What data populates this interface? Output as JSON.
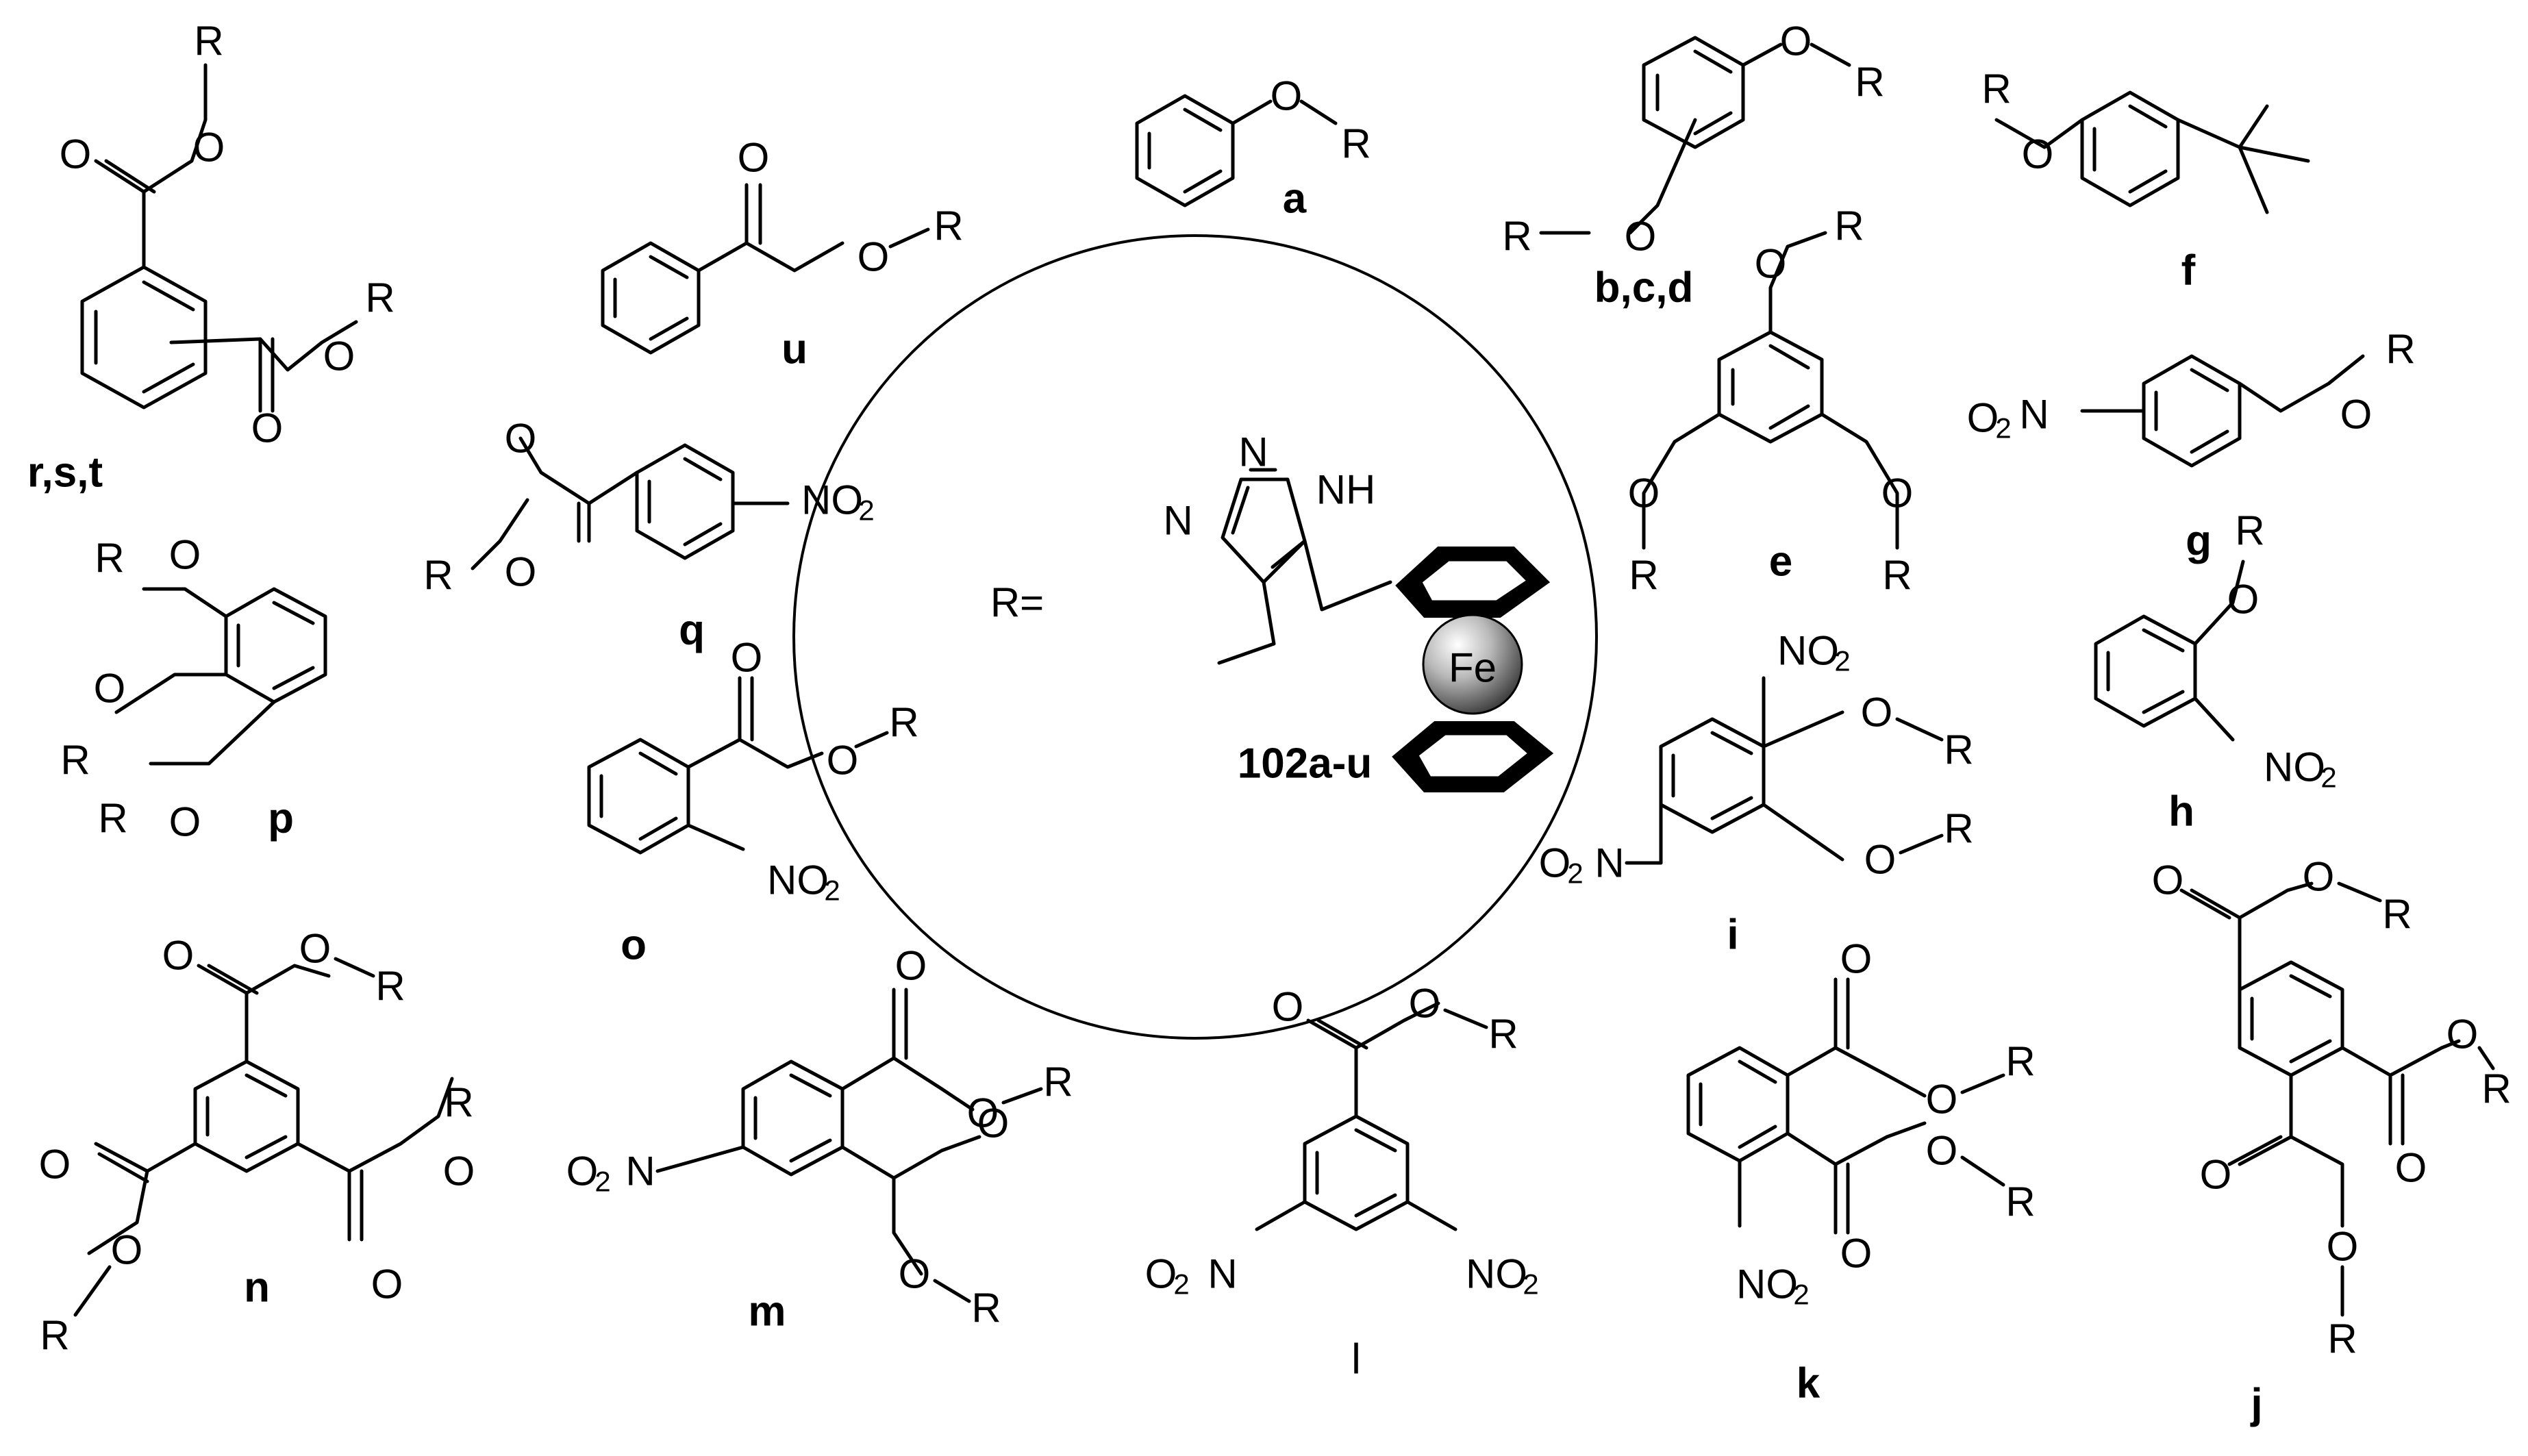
{
  "center": {
    "r_equals": "R=",
    "compound_label": "102a-u",
    "nh": "NH",
    "n_top": "N",
    "n_left": "N",
    "fe": "Fe"
  },
  "atoms": {
    "O": "O",
    "R": "R",
    "N": "N",
    "NO2_main": "NO",
    "O2_main": "O",
    "two": "2"
  },
  "labels": {
    "a": "a",
    "bcd": "b,c,d",
    "e": "e",
    "f": "f",
    "g": "g",
    "h": "h",
    "i": "i",
    "j": "j",
    "k": "k",
    "l": "l",
    "m": "m",
    "n": "n",
    "o": "o",
    "p": "p",
    "q": "q",
    "rst": "r,s,t",
    "u": "u"
  }
}
